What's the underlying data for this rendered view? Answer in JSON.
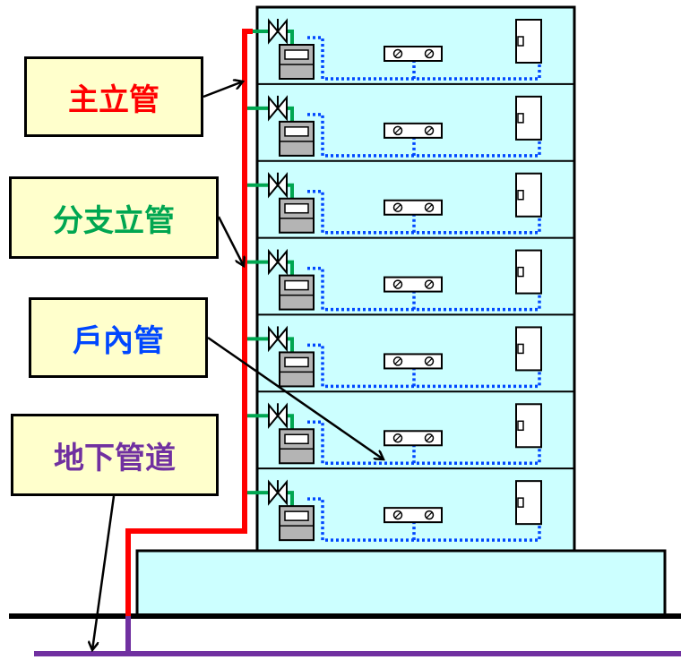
{
  "labels": {
    "main_riser": "主立管",
    "branch_riser": "分支立管",
    "indoor_pipe": "戶內管",
    "underground_pipe": "地下管道"
  },
  "colors": {
    "main_riser": "#ff0000",
    "branch_riser": "#00a651",
    "indoor_pipe": "#0047ff",
    "underground_pipe": "#7030a0",
    "building_fill": "#ccffff",
    "callout_fill": "#ffffcc"
  },
  "floors": 7,
  "icons": {
    "floor_valve": "valve-icon",
    "floor_meter": "gas-meter-icon",
    "floor_stove": "gas-stove-icon",
    "floor_heater": "water-heater-icon"
  }
}
